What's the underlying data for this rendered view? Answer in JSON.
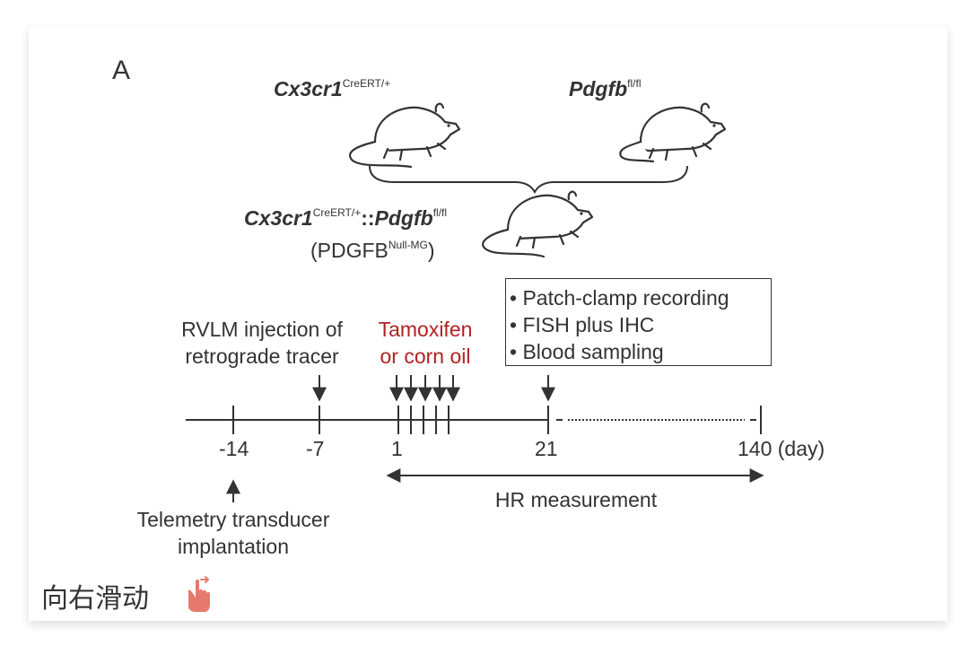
{
  "panel_label": "A",
  "parent1": {
    "gene": "Cx3cr1",
    "allele": "CreERT/+"
  },
  "parent2": {
    "gene": "Pdgfb",
    "allele": "fl/fl"
  },
  "offspring": {
    "gene1": "Cx3cr1",
    "allele1": "CreERT/+",
    "sep": "::",
    "gene2": "Pdgfb",
    "allele2": "fl/fl",
    "alias_open": "(PDGFB",
    "alias_sup": "Null-MG",
    "alias_close": ")"
  },
  "events": {
    "rvlm_line1": "RVLM injection of",
    "rvlm_line2": "retrograde tracer",
    "tam_line1": "Tamoxifen",
    "tam_line2": "or corn oil",
    "telemetry_line1": "Telemetry transducer",
    "telemetry_line2": "implantation"
  },
  "assays": [
    "• Patch-clamp recording",
    "• FISH plus IHC",
    "• Blood sampling"
  ],
  "ticks": {
    "t1": "-14",
    "t2": "-7",
    "t3": "1",
    "t4": "21",
    "t5": "140 (day)"
  },
  "hr_label": "HR measurement",
  "swipe_text": "向右滑动",
  "colors": {
    "accent_red": "#b22222",
    "text": "#333333"
  }
}
